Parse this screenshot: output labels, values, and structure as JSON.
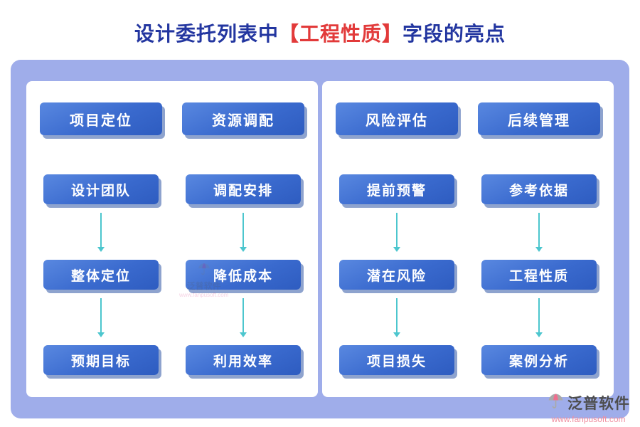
{
  "title": {
    "prefix": "设计委托列表中",
    "highlight": "【工程性质】",
    "suffix": "字段的亮点"
  },
  "columns": [
    {
      "header": "项目定位",
      "steps": [
        "设计团队",
        "整体定位",
        "预期目标"
      ]
    },
    {
      "header": "资源调配",
      "steps": [
        "调配安排",
        "降低成本",
        "利用效率"
      ]
    },
    {
      "header": "风险评估",
      "steps": [
        "提前预警",
        "潜在风险",
        "项目损失"
      ]
    },
    {
      "header": "后续管理",
      "steps": [
        "参考依据",
        "工程性质",
        "案例分析"
      ]
    }
  ],
  "brand": {
    "name": "泛普软件",
    "url": "www.fanpusoft.com"
  },
  "colors": {
    "frame": "#9fadea",
    "box_blue": "#3a6ace",
    "box_shadow": "#1e489e",
    "arrow_teal": "#4cc6ce",
    "title_blue": "#2336a0",
    "title_red": "#e23a3a"
  }
}
